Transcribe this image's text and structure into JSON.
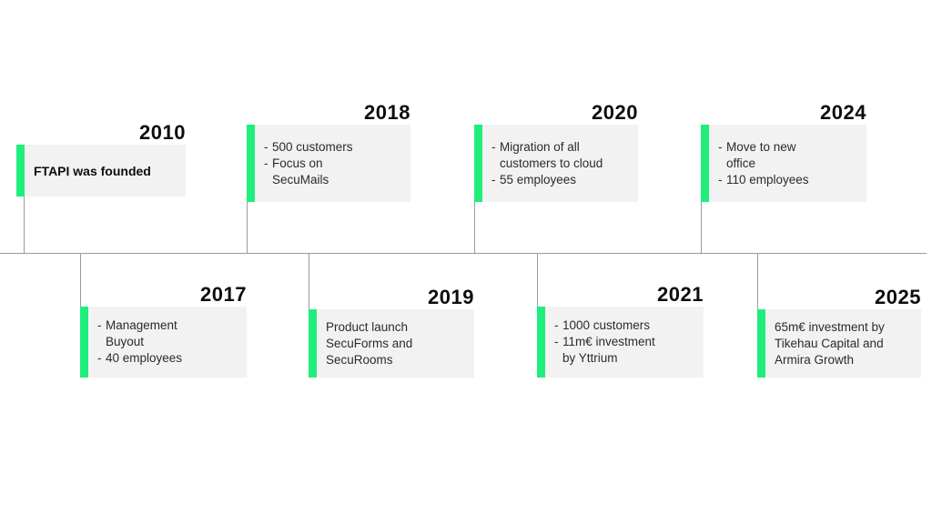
{
  "theme": {
    "accent_color": "#1FEE7C",
    "card_background": "#F2F2F2",
    "axis_color": "#9A9A9A",
    "text_color": "#2B2B2B",
    "year_color": "#0D0D0D",
    "page_background": "#FFFFFF"
  },
  "timeline": {
    "orientation": "horizontal",
    "milestones": [
      {
        "id": "2010",
        "year": "2010",
        "position": "above",
        "style": "headline",
        "headline": "FTAPI was founded",
        "items": []
      },
      {
        "id": "2017",
        "year": "2017",
        "position": "below",
        "style": "bulleted",
        "items": [
          "Management\nBuyout",
          "40 employees"
        ]
      },
      {
        "id": "2018",
        "year": "2018",
        "position": "above",
        "style": "bulleted",
        "items": [
          "500 customers",
          "Focus on\nSecuMails"
        ]
      },
      {
        "id": "2019",
        "year": "2019",
        "position": "below",
        "style": "plain",
        "plain_text": "Product launch\nSecuForms and\nSecuRooms",
        "items": []
      },
      {
        "id": "2020",
        "year": "2020",
        "position": "above",
        "style": "bulleted",
        "items": [
          "Migration of all\ncustomers to cloud",
          "55 employees"
        ]
      },
      {
        "id": "2021",
        "year": "2021",
        "position": "below",
        "style": "bulleted",
        "items": [
          "1000 customers",
          "11m€ investment\nby Yttrium"
        ]
      },
      {
        "id": "2024",
        "year": "2024",
        "position": "above",
        "style": "bulleted",
        "items": [
          "Move to new\noffice",
          "110 employees"
        ]
      },
      {
        "id": "2025",
        "year": "2025",
        "position": "below",
        "style": "plain",
        "plain_text": "65m€ investment by\nTikehau Capital and\nArmira Growth",
        "items": []
      }
    ]
  }
}
